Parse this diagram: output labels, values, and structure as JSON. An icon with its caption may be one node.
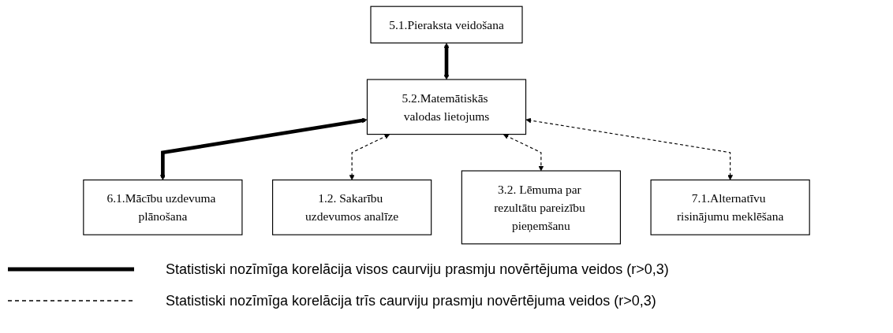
{
  "diagram": {
    "nodes": [
      {
        "text": [
          "5.1.Pieraksta veidošana"
        ]
      },
      {
        "text": [
          "5.2.Matemātiskās valodas lietojums"
        ]
      },
      {
        "text": [
          "6.1.Mācību uzdevuma plānošana"
        ]
      },
      {
        "text": [
          "1.2. Sakarību uzdevumos analīze"
        ]
      },
      {
        "text": [
          "3.2. Lēmuma par rezultātu pareizību pieņemšanu"
        ]
      },
      {
        "text": [
          "7.1.Alternatīvu risinājumu meklēšana"
        ]
      }
    ],
    "edges": [
      {
        "from": 0,
        "to": 1,
        "arrow": "both",
        "style": "thick"
      },
      {
        "from": 1,
        "to": 2,
        "arrow": "both",
        "style": "thick"
      },
      {
        "from": 1,
        "to": 3,
        "arrow": "both",
        "style": "dashed"
      },
      {
        "from": 1,
        "to": 4,
        "arrow": "both",
        "style": "dashed"
      },
      {
        "from": 1,
        "to": 5,
        "arrow": "both",
        "style": "dashed"
      }
    ],
    "legend": [
      {
        "text": "Statistiski nozīmīga korelācija visos caurviju prasmju novērtējuma veidos (r>0,3)"
      },
      {
        "text": "Statistiski nozīmīga korelācija trīs caurviju prasmju novērtējuma veidos (r>0,3)"
      }
    ]
  }
}
